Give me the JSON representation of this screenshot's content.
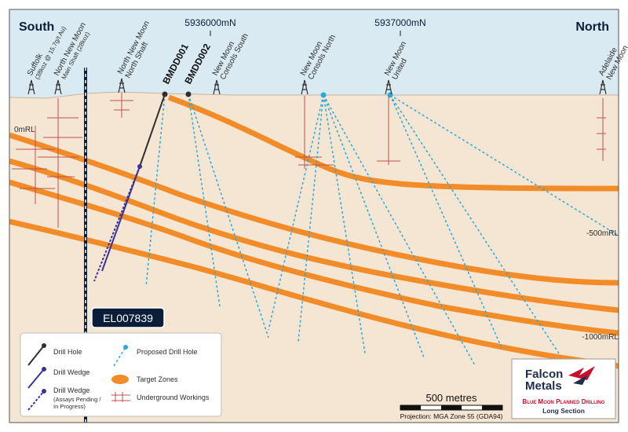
{
  "header": {
    "south": "South",
    "north": "North",
    "easting_1": "5936000mN",
    "easting_2": "5937000mN"
  },
  "elevations": {
    "zero": "0mRL",
    "minus_500": "-500mRL",
    "minus_1000": "-1000mRL"
  },
  "shafts": [
    {
      "id": "suffolk",
      "lines": [
        "Suffolk",
        "(38koz @ 15.7g/t Au)"
      ]
    },
    {
      "id": "north-new-moon-main",
      "lines": [
        "North New Moon",
        "Main Shaft (28koz)"
      ]
    },
    {
      "id": "north-new-moon-north",
      "lines": [
        "North New Moon",
        "North Shaft"
      ]
    },
    {
      "id": "new-moon-consols-south",
      "lines": [
        "New Moon",
        "Consols South"
      ]
    },
    {
      "id": "new-moon-consols-north",
      "lines": [
        "New Moon",
        "Consols North"
      ]
    },
    {
      "id": "new-moon-united",
      "lines": [
        "New Moon",
        "United"
      ]
    },
    {
      "id": "adelaide-new-moon",
      "lines": [
        "Adelaide",
        "New Moon"
      ]
    }
  ],
  "drill_holes": {
    "bmdd001": "BMDD001",
    "bmdd002": "BMDD002"
  },
  "tenement": "EL007839",
  "legend": {
    "drill_hole": "Drill Hole",
    "drill_wedge": "Drill Wedge",
    "drill_wedge_pending": "Drill Wedge",
    "drill_wedge_pending_note_1": "(Assays Pending /",
    "drill_wedge_pending_note_2": "In Progress)",
    "proposed": "Proposed Drill Hole",
    "target_zones": "Target Zones",
    "underground": "Underground Workings"
  },
  "scale": {
    "label": "500 metres",
    "projection": "Projection: MGA Zone 55 (GDA94)"
  },
  "logo": {
    "line1": "Falcon",
    "line2": "Metals",
    "subtitle": "Blue Moon Planned Drilling",
    "caption": "Long Section"
  },
  "colors": {
    "sky": "#d9eaf3",
    "ground": "#f5e6d3",
    "target_zone": "#f28c28",
    "proposed": "#2aa7df",
    "drilled": "#2f2f2f",
    "wedge": "#3b3496",
    "workings": "#c0504d",
    "logo_red": "#c8102e",
    "logo_navy": "#1f2d4e"
  }
}
